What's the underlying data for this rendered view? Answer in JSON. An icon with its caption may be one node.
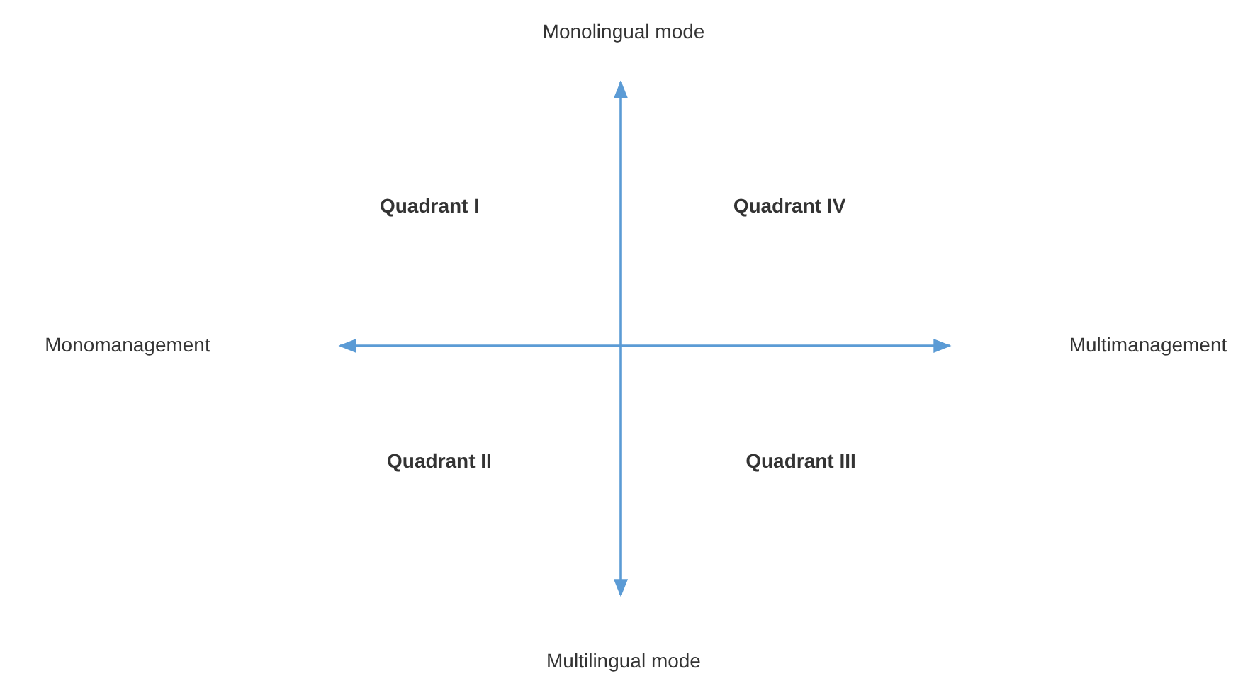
{
  "diagram": {
    "labels": [
      "Monolingual mode",
      "Quadrant I",
      "Quadrant IV",
      "Monomanagement",
      "Multimanagement",
      "Quadrant II",
      "Quadrant III",
      "Multilingual mode"
    ]
  }
}
